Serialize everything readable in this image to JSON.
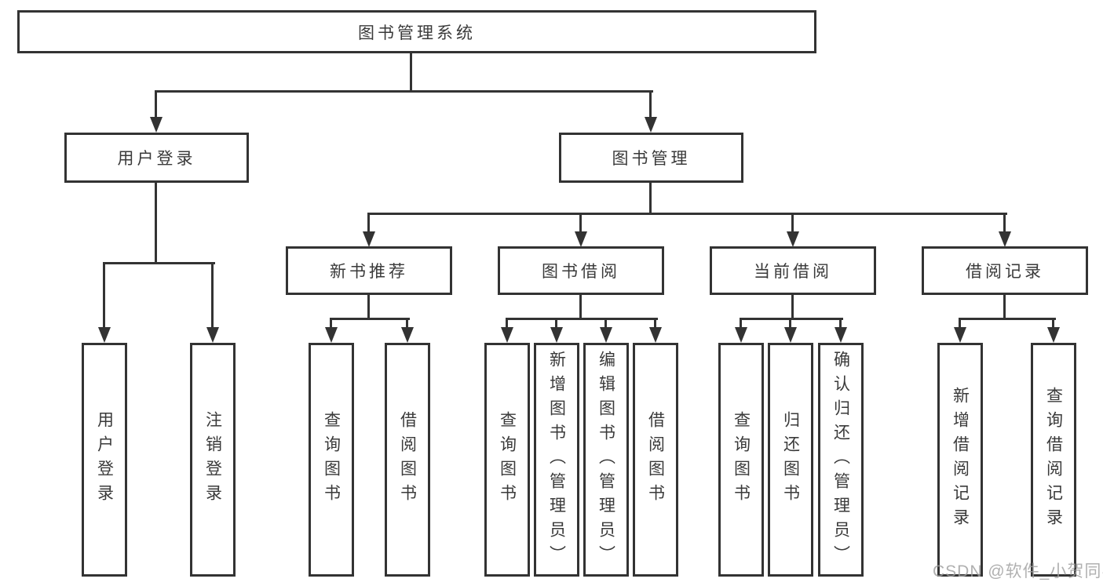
{
  "tree": {
    "label": "图书管理系统",
    "children": [
      {
        "label": "用户登录",
        "children": [
          {
            "label": "用户登录"
          },
          {
            "label": "注销登录"
          }
        ]
      },
      {
        "label": "图书管理",
        "children": [
          {
            "label": "新书推荐",
            "children": [
              {
                "label": "查询图书"
              },
              {
                "label": "借阅图书"
              }
            ]
          },
          {
            "label": "图书借阅",
            "children": [
              {
                "label": "查询图书"
              },
              {
                "label": "新增图书（管理员）"
              },
              {
                "label": "编辑图书（管理员）"
              },
              {
                "label": "借阅图书"
              }
            ]
          },
          {
            "label": "当前借阅",
            "children": [
              {
                "label": "查询图书"
              },
              {
                "label": "归还图书"
              },
              {
                "label": "确认归还（管理员）"
              }
            ]
          },
          {
            "label": "借阅记录",
            "children": [
              {
                "label": "新增借阅记录"
              },
              {
                "label": "查询借阅记录"
              }
            ]
          }
        ]
      }
    ]
  },
  "watermark": {
    "text": "CSDN @软件_小贺同学"
  },
  "colors": {
    "line": "#333333",
    "box_border": "#333333",
    "text": "#3a3a3a",
    "watermark": "#9f9f9f",
    "background": "#ffffff"
  }
}
